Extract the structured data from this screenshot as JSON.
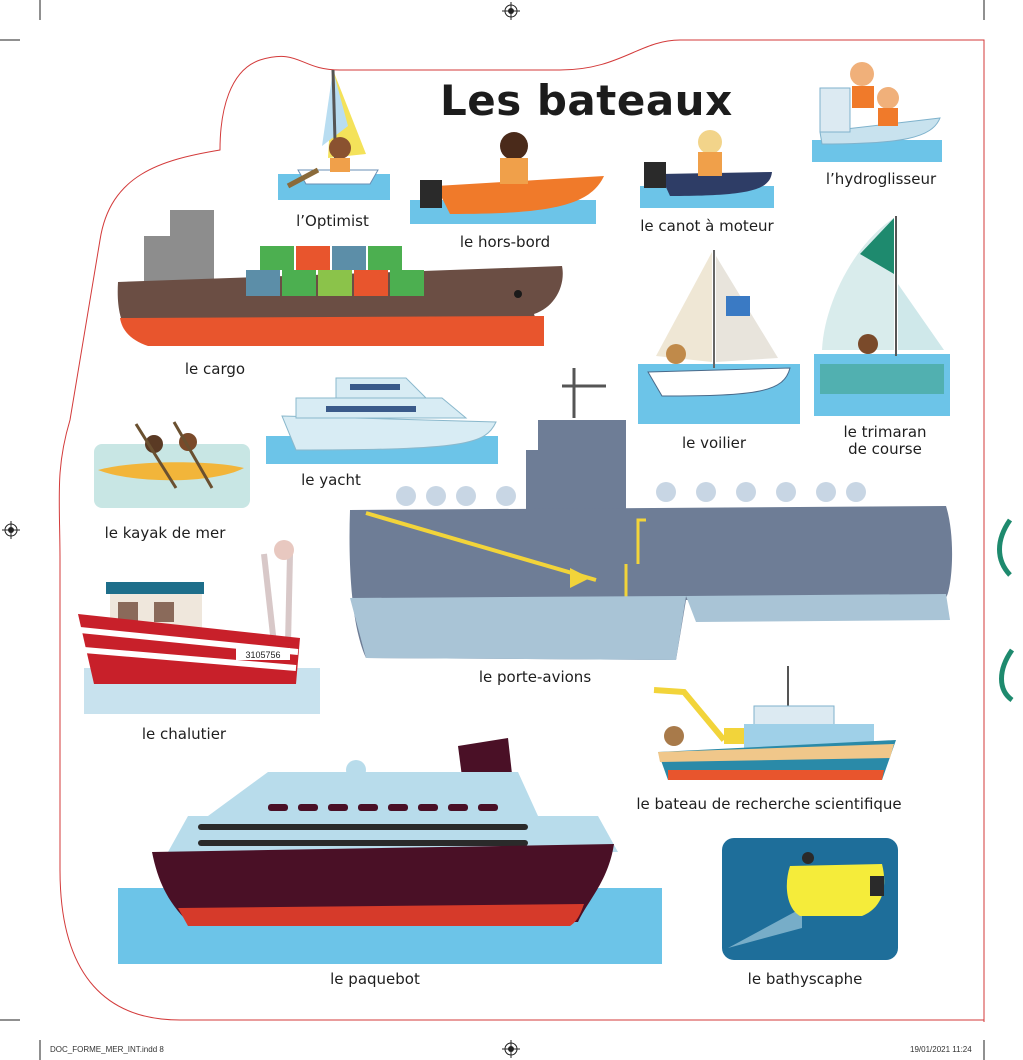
{
  "page": {
    "title": "Les bateaux",
    "slug_left": "DOC_FORME_MER_INT.indd   8",
    "slug_right": "19/01/2021   11:24"
  },
  "boats": {
    "optimist": "l’Optimist",
    "hors_bord": "le hors-bord",
    "canot": "le canot à moteur",
    "hydroglisseur": "l’hydroglisseur",
    "cargo": "le cargo",
    "voilier": "le voilier",
    "trimaran_1": "le trimaran",
    "trimaran_2": "de course",
    "yacht": "le yacht",
    "kayak": "le kayak de mer",
    "porte_avions": "le porte-avions",
    "chalutier": "le chalutier",
    "trawler_number": "3105756",
    "recherche": "le bateau de recherche scientifique",
    "paquebot": "le paquebot",
    "bathyscaphe": "le bathyscaphe"
  },
  "colors": {
    "die_cut_line": "#d33a3a",
    "sea_blue": "#6cc4e8",
    "hull_orange": "#e8552d",
    "carrier_gray": "#6e7d96",
    "liner_hull": "#4a1026",
    "deck_yellow": "#f2d43a"
  },
  "icons": [
    "registration-mark-icon"
  ]
}
